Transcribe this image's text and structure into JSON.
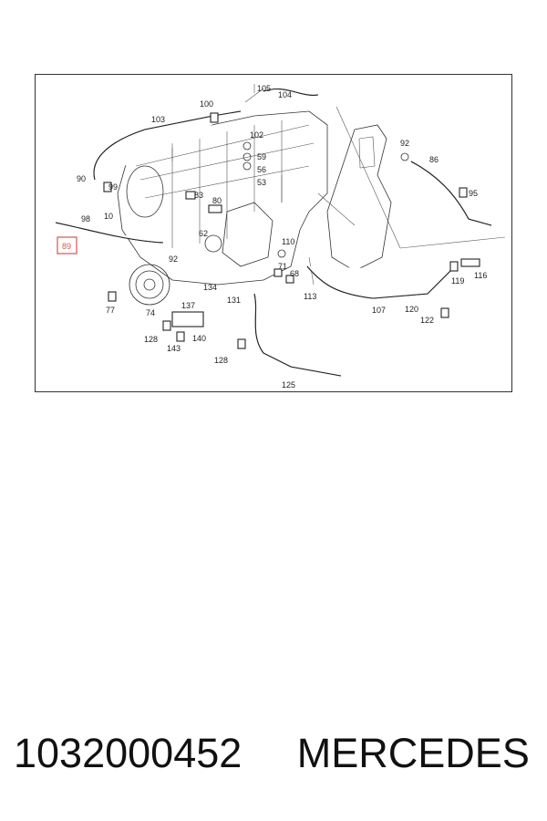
{
  "diagram": {
    "highlighted_label": "89",
    "highlight_color": "#d9534f",
    "labels": [
      "105",
      "104",
      "100",
      "103",
      "102",
      "59",
      "56",
      "53",
      "92",
      "86",
      "90",
      "99",
      "83",
      "80",
      "95",
      "98",
      "10",
      "62",
      "110",
      "89",
      "92",
      "71",
      "68",
      "119",
      "116",
      "134",
      "113",
      "131",
      "137",
      "107",
      "120",
      "77",
      "74",
      "122",
      "128",
      "143",
      "140",
      "128",
      "125"
    ]
  },
  "caption": {
    "part_number": "1032000452",
    "brand": "MERCEDES"
  }
}
